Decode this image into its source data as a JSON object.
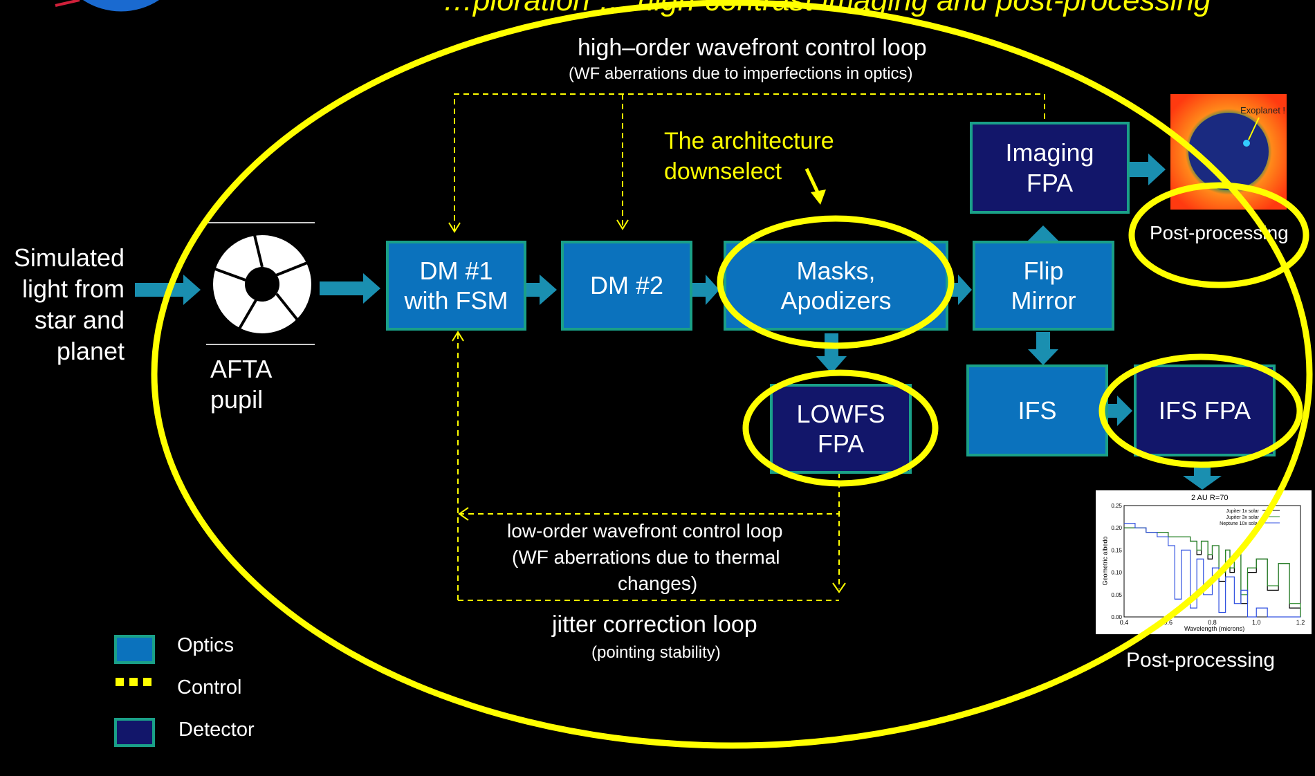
{
  "colors": {
    "background": "#000000",
    "optics": "#0b72bd",
    "detector": "#12166a",
    "box_border": "#1aa088",
    "arrow": "#1a8fb0",
    "highlight": "#ffff00"
  },
  "header": {
    "partial_text": "…ploration … high-contrast imaging and post-processing"
  },
  "loops": {
    "high_order_title": "high–order wavefront control loop",
    "high_order_sub": "(WF aberrations due to imperfections in optics)",
    "low_order_title": "low-order wavefront control loop",
    "low_order_sub1": "(WF aberrations due to thermal",
    "low_order_sub2": "changes)",
    "jitter_title": "jitter correction loop",
    "jitter_sub": "(pointing stability)"
  },
  "source": {
    "line1": "Simulated",
    "line2": "light from",
    "line3": "star and",
    "line4": "planet"
  },
  "pupil": {
    "line1": "AFTA",
    "line2": "pupil"
  },
  "boxes": {
    "dm1": {
      "line1": "DM #1",
      "line2": "with FSM"
    },
    "dm2": {
      "line1": "DM #2"
    },
    "masks": {
      "line1": "Masks,",
      "line2": "Apodizers"
    },
    "flip": {
      "line1": "Flip",
      "line2": "Mirror"
    },
    "imaging": {
      "line1": "Imaging",
      "line2": "FPA"
    },
    "lowfs": {
      "line1": "LOWFS",
      "line2": "FPA"
    },
    "ifs": {
      "line1": "IFS"
    },
    "ifs_fpa": {
      "line1": "IFS FPA"
    }
  },
  "annotation": {
    "line1": "The architecture",
    "line2": "downselect"
  },
  "post_processing": {
    "top": "Post-processing",
    "bottom": "Post-processing",
    "exoplanet_label": "Exoplanet !"
  },
  "legend": {
    "optics": "Optics",
    "control": "Control",
    "detector": "Detector"
  },
  "chart_data": {
    "type": "line",
    "title": "2 AU  R=70",
    "xlabel": "Wavelength (microns)",
    "ylabel": "Geometric albedo",
    "xlim": [
      0.4,
      1.2
    ],
    "ylim": [
      0.0,
      0.25
    ],
    "xticks": [
      "0.4",
      "0.6",
      "0.8",
      "1.0",
      "1.2"
    ],
    "yticks": [
      "0.00",
      "0.05",
      "0.10",
      "0.15",
      "0.20",
      "0.25"
    ],
    "legend": [
      "Jupiter 1x solar",
      "Jupiter 3x solar",
      "Neptune 10x solar"
    ],
    "series": [
      {
        "name": "Jupiter 1x solar",
        "color": "#000000",
        "x": [
          0.4,
          0.45,
          0.5,
          0.55,
          0.6,
          0.65,
          0.7,
          0.73,
          0.75,
          0.78,
          0.8,
          0.83,
          0.86,
          0.88,
          0.9,
          0.93,
          0.96,
          1.0,
          1.05,
          1.1,
          1.15,
          1.2
        ],
        "values": [
          0.2,
          0.2,
          0.19,
          0.19,
          0.18,
          0.18,
          0.17,
          0.14,
          0.17,
          0.13,
          0.16,
          0.08,
          0.15,
          0.1,
          0.14,
          0.03,
          0.1,
          0.13,
          0.06,
          0.12,
          0.02,
          0.0
        ]
      },
      {
        "name": "Jupiter 3x solar",
        "color": "#2a8a2a",
        "x": [
          0.4,
          0.45,
          0.5,
          0.55,
          0.6,
          0.65,
          0.7,
          0.73,
          0.75,
          0.78,
          0.8,
          0.83,
          0.86,
          0.88,
          0.9,
          0.93,
          0.96,
          1.0,
          1.05,
          1.1,
          1.15,
          1.2
        ],
        "values": [
          0.2,
          0.2,
          0.19,
          0.19,
          0.18,
          0.18,
          0.17,
          0.15,
          0.17,
          0.14,
          0.16,
          0.1,
          0.15,
          0.11,
          0.14,
          0.05,
          0.11,
          0.13,
          0.07,
          0.12,
          0.03,
          0.0
        ]
      },
      {
        "name": "Neptune 10x solar",
        "color": "#3050e0",
        "x": [
          0.4,
          0.45,
          0.5,
          0.55,
          0.6,
          0.63,
          0.66,
          0.7,
          0.73,
          0.76,
          0.8,
          0.83,
          0.86,
          0.9,
          0.93,
          0.96,
          1.0,
          1.05,
          1.1,
          1.15,
          1.2
        ],
        "values": [
          0.21,
          0.2,
          0.19,
          0.18,
          0.16,
          0.04,
          0.15,
          0.02,
          0.13,
          0.05,
          0.11,
          0.01,
          0.09,
          0.03,
          0.06,
          0.0,
          0.02,
          0.0,
          0.0,
          0.0,
          0.0
        ]
      }
    ]
  }
}
